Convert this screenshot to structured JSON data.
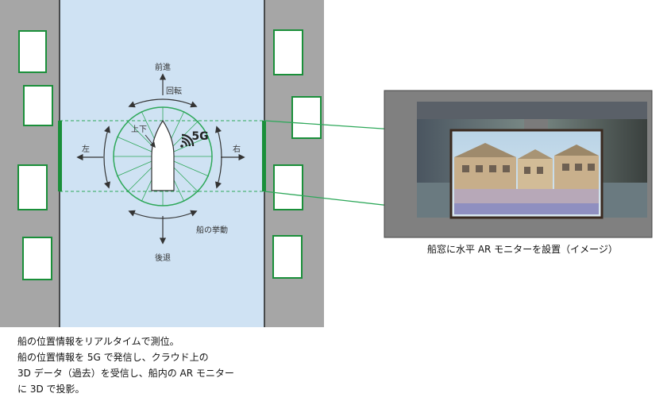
{
  "diagram": {
    "labels": {
      "forward": "前進",
      "rotate": "回転",
      "updown": "上下",
      "signal": "5G",
      "left": "左",
      "right": "右",
      "motion": "船の挙動",
      "backward": "後退"
    },
    "ar_caption": "船窓に水平 AR モニターを設置（イメージ）",
    "description": [
      "船の位置情報をリアルタイムで測位。",
      "船の位置情報を 5G で発信し、クラウド上の",
      "3D データ（過去）を受信し、船内の AR モニター",
      "に 3D で投影。"
    ]
  },
  "colors": {
    "canal": "#cfe2f3",
    "bank": "#a6a6a6",
    "window_border": "#1a8f3a",
    "guide_green": "#2ea85a",
    "monitor_frame": "#808080"
  }
}
